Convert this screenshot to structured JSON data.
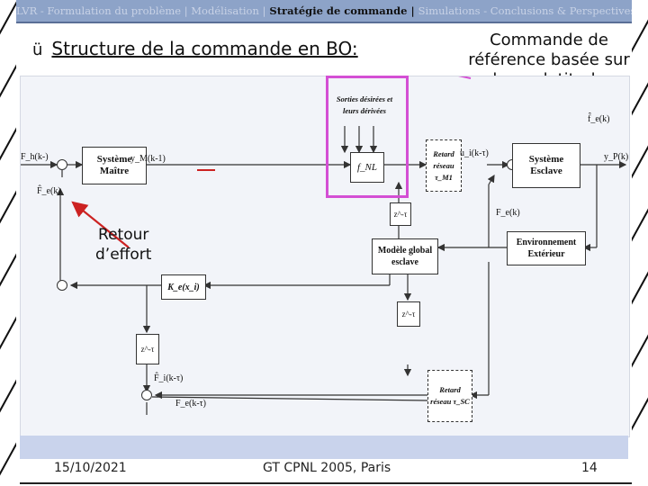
{
  "nav": {
    "items": [
      {
        "label": "LVR - Formulation du problème | Modélisation |",
        "current": false
      },
      {
        "label": " Stratégie de commande | ",
        "current": true
      },
      {
        "label": "Simulations - Conclusions & Perspectives",
        "current": false
      }
    ]
  },
  "bullet": {
    "check": "ü",
    "text": "Structure de la commande en BO:"
  },
  "callout": {
    "line1": "Commande de",
    "line2": "référence basée sur",
    "line3": "la  π -platitude"
  },
  "annotation": {
    "line1": "Retour",
    "line2": "d’effort"
  },
  "diagram": {
    "blocks": {
      "maitre": "Système Maître",
      "fnl": "f_NL",
      "sorties": "Sorties désirées et leurs dérivées",
      "retard1": "Retard réseau τ_M1",
      "esclave": "Système Esclave",
      "env": "Environnement Extérieur",
      "modele": "Modèle global esclave",
      "ke": "K_e(x_i)",
      "retard2": "Retard réseau τ_SC",
      "zt1": "z^-τ",
      "zt2": "z^-τ",
      "zt3": "z^-τ"
    },
    "signals": {
      "fh": "F_h(k-)",
      "ym": "y_M(k-1)",
      "uk": "u_i(k-τ)",
      "yp": "y_P(k)",
      "fek": "F_e(k)",
      "fehat": "F̂_e(k)",
      "fe_top": "f̂_e(k)",
      "fhat_bot": "F̂_i(k-τ)",
      "fe_bot": "F_e(k-τ)"
    }
  },
  "footer": {
    "date": "15/10/2021",
    "conf": "GT CPNL 2005, Paris",
    "page": "14"
  },
  "colors": {
    "accent": "#d44fd4",
    "topbar": "#8da3c8",
    "bottom_bar": "#c9d3ec",
    "arrow_red": "#cc2222"
  }
}
